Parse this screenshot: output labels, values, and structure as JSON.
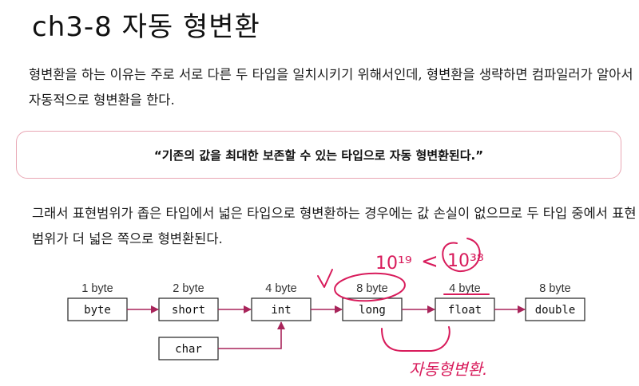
{
  "title": "ch3-8 자동 형변환",
  "paragraph1": "형변환을 하는 이유는 주로 서로 다른 두 타입을 일치시키기 위해서인데, 형변환을 생략하면 컴파일러가 알아서 자동적으로 형변환을 한다.",
  "quote": "“기존의 값을 최대한 보존할 수 있는 타입으로 자동 형변환된다.”",
  "paragraph2": "그래서 표현범위가 좁은 타입에서 넓은 타입으로 형변환하는 경우에는 값 손실이 없으므로 두 타입 중에서 표현범위가 더 넓은 쪽으로 형변환된다.",
  "types": [
    {
      "size": "1 byte",
      "name": "byte"
    },
    {
      "size": "2 byte",
      "name": "short"
    },
    {
      "size": "4 byte",
      "name": "int"
    },
    {
      "size": "8 byte",
      "name": "long"
    },
    {
      "size": "4 byte",
      "name": "float"
    },
    {
      "size": "8 byte",
      "name": "double"
    }
  ],
  "char_box": "char",
  "annotations": {
    "long_range": "10¹⁹",
    "less_than": "<",
    "float_range": "10³⁸",
    "caption": "자동형변환."
  },
  "colors": {
    "accent": "#a8245a",
    "quote_border": "#e9a7b4",
    "ink": "#d81b5b"
  }
}
